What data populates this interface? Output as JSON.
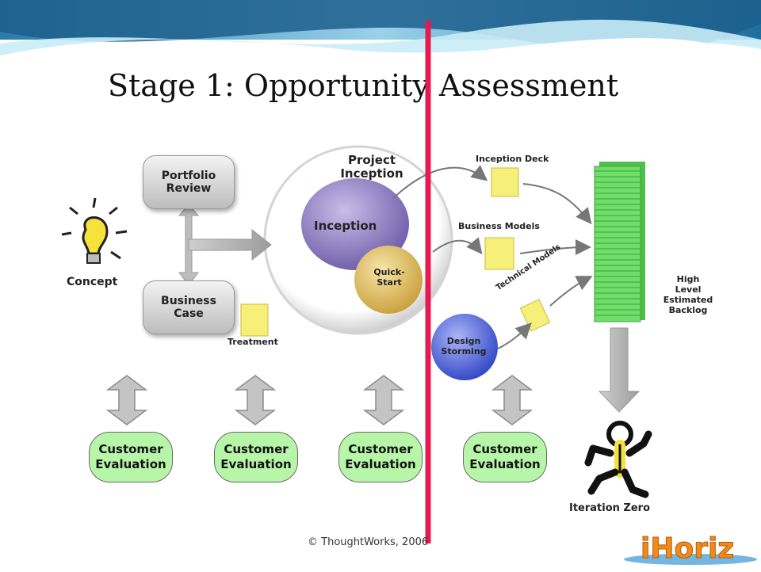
{
  "slide": {
    "title": "Stage 1:  Opportunity Assessment",
    "footer": "© ThoughtWorks, 2006",
    "logo_text": "iHoriz"
  },
  "diagram": {
    "concept": "Concept",
    "portfolio_review": "Portfolio Review",
    "business_case": "Business Case",
    "treatment": "Treatment",
    "project_inception": "Project Inception",
    "inception": "Inception",
    "quick_start": "Quick-Start",
    "design_storming": "Design Storming",
    "inception_deck": "Inception Deck",
    "business_models": "Business Models",
    "technical_models": "Technical Models",
    "backlog_label": "High\nLevel\nEstimated\nBacklog",
    "iteration_zero": "Iteration Zero"
  },
  "customer_evaluations": [
    {
      "label": "Customer\nEvaluation"
    },
    {
      "label": "Customer\nEvaluation"
    },
    {
      "label": "Customer\nEvaluation"
    },
    {
      "label": "Customer\nEvaluation"
    }
  ],
  "colors": {
    "divider": "#e8194e",
    "customer_fill": "#b7f5a9",
    "backlog_green": "#6ee06a",
    "sticky_yellow": "#f6ef7a",
    "inception_purple": "#8e7cc0",
    "quickstart_gold": "#e3c46a",
    "design_blue": "#4f63d8"
  }
}
